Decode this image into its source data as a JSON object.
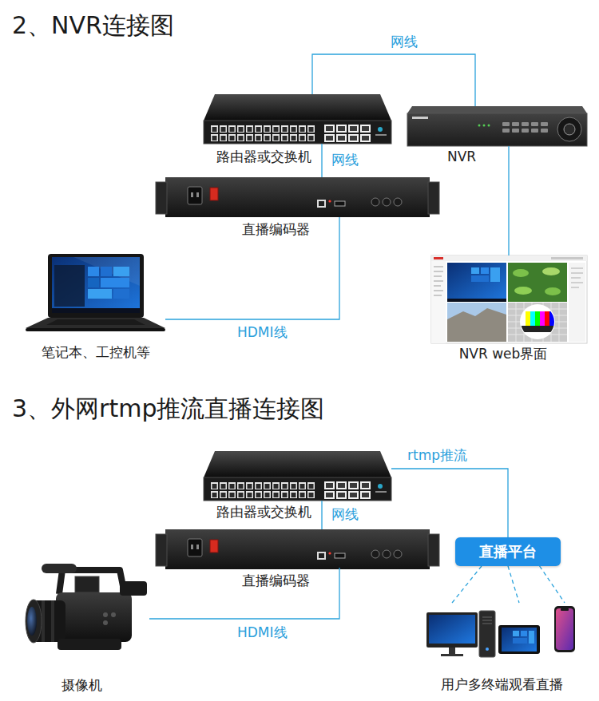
{
  "diagram": {
    "nodes": [
      {
        "text": [
          "路由器或交换机"
        ]
      },
      {
        "text": [
          "NVR"
        ]
      },
      {
        "text": [
          "直播编码器"
        ]
      },
      {
        "text": [
          "笔记本、工控机等"
        ]
      },
      {
        "text": [
          "NVR web界面"
        ]
      },
      {
        "text": [
          "路由器或交换机"
        ]
      },
      {
        "text": [
          "直播编码器"
        ]
      },
      {
        "text": [
          "摄像机"
        ]
      },
      {
        "text": [
          "直播平台"
        ]
      },
      {
        "text": [
          "用户多终端观看直播"
        ]
      }
    ],
    "edges": [
      {
        "from": 0,
        "to": 1,
        "arrow": "none",
        "label": "网线"
      },
      {
        "from": 0,
        "to": 2,
        "arrow": "none",
        "label": "网线"
      },
      {
        "from": 3,
        "to": 2,
        "arrow": "none",
        "label": "HDMI线"
      },
      {
        "from": 1,
        "to": 4,
        "arrow": "none"
      },
      {
        "from": 5,
        "to": 8,
        "arrow": "none",
        "label": "rtmp推流"
      },
      {
        "from": 5,
        "to": 6,
        "arrow": "none",
        "label": "网线"
      },
      {
        "from": 7,
        "to": 6,
        "arrow": "none",
        "label": "HDMI线"
      },
      {
        "from": 8,
        "to": 9,
        "arrow": "none"
      }
    ],
    "labels": [
      "2、NVR连接图",
      "3、外网rtmp推流直播连接图"
    ]
  }
}
